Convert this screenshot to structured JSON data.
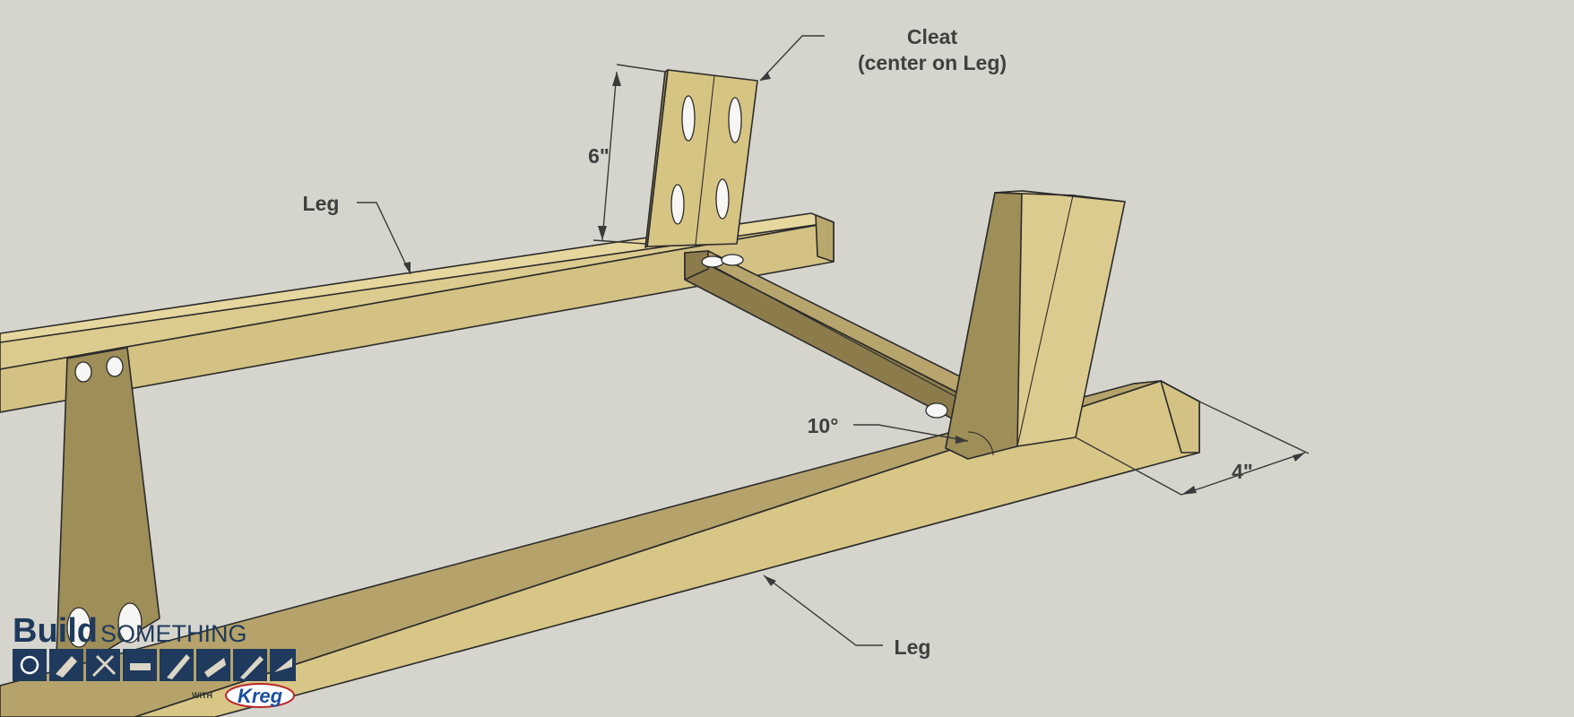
{
  "labels": {
    "cleat_line1": "Cleat",
    "cleat_line2": "(center on Leg)",
    "height_dim": "6\"",
    "leg_back": "Leg",
    "leg_front": "Leg",
    "angle": "10°",
    "offset_dim": "4\""
  },
  "logo": {
    "build": "Build",
    "something": "SOMETHING",
    "with": "WITH",
    "brand": "Kreg"
  },
  "colors": {
    "background": "#d6d5cd",
    "wood_light": "#dccb8e",
    "wood_mid": "#c9b677",
    "wood_dark": "#9a8a56",
    "wood_shadow": "#857548",
    "logo_blue": "#1f3a5c",
    "kreg_blue": "#1a4f9e"
  }
}
